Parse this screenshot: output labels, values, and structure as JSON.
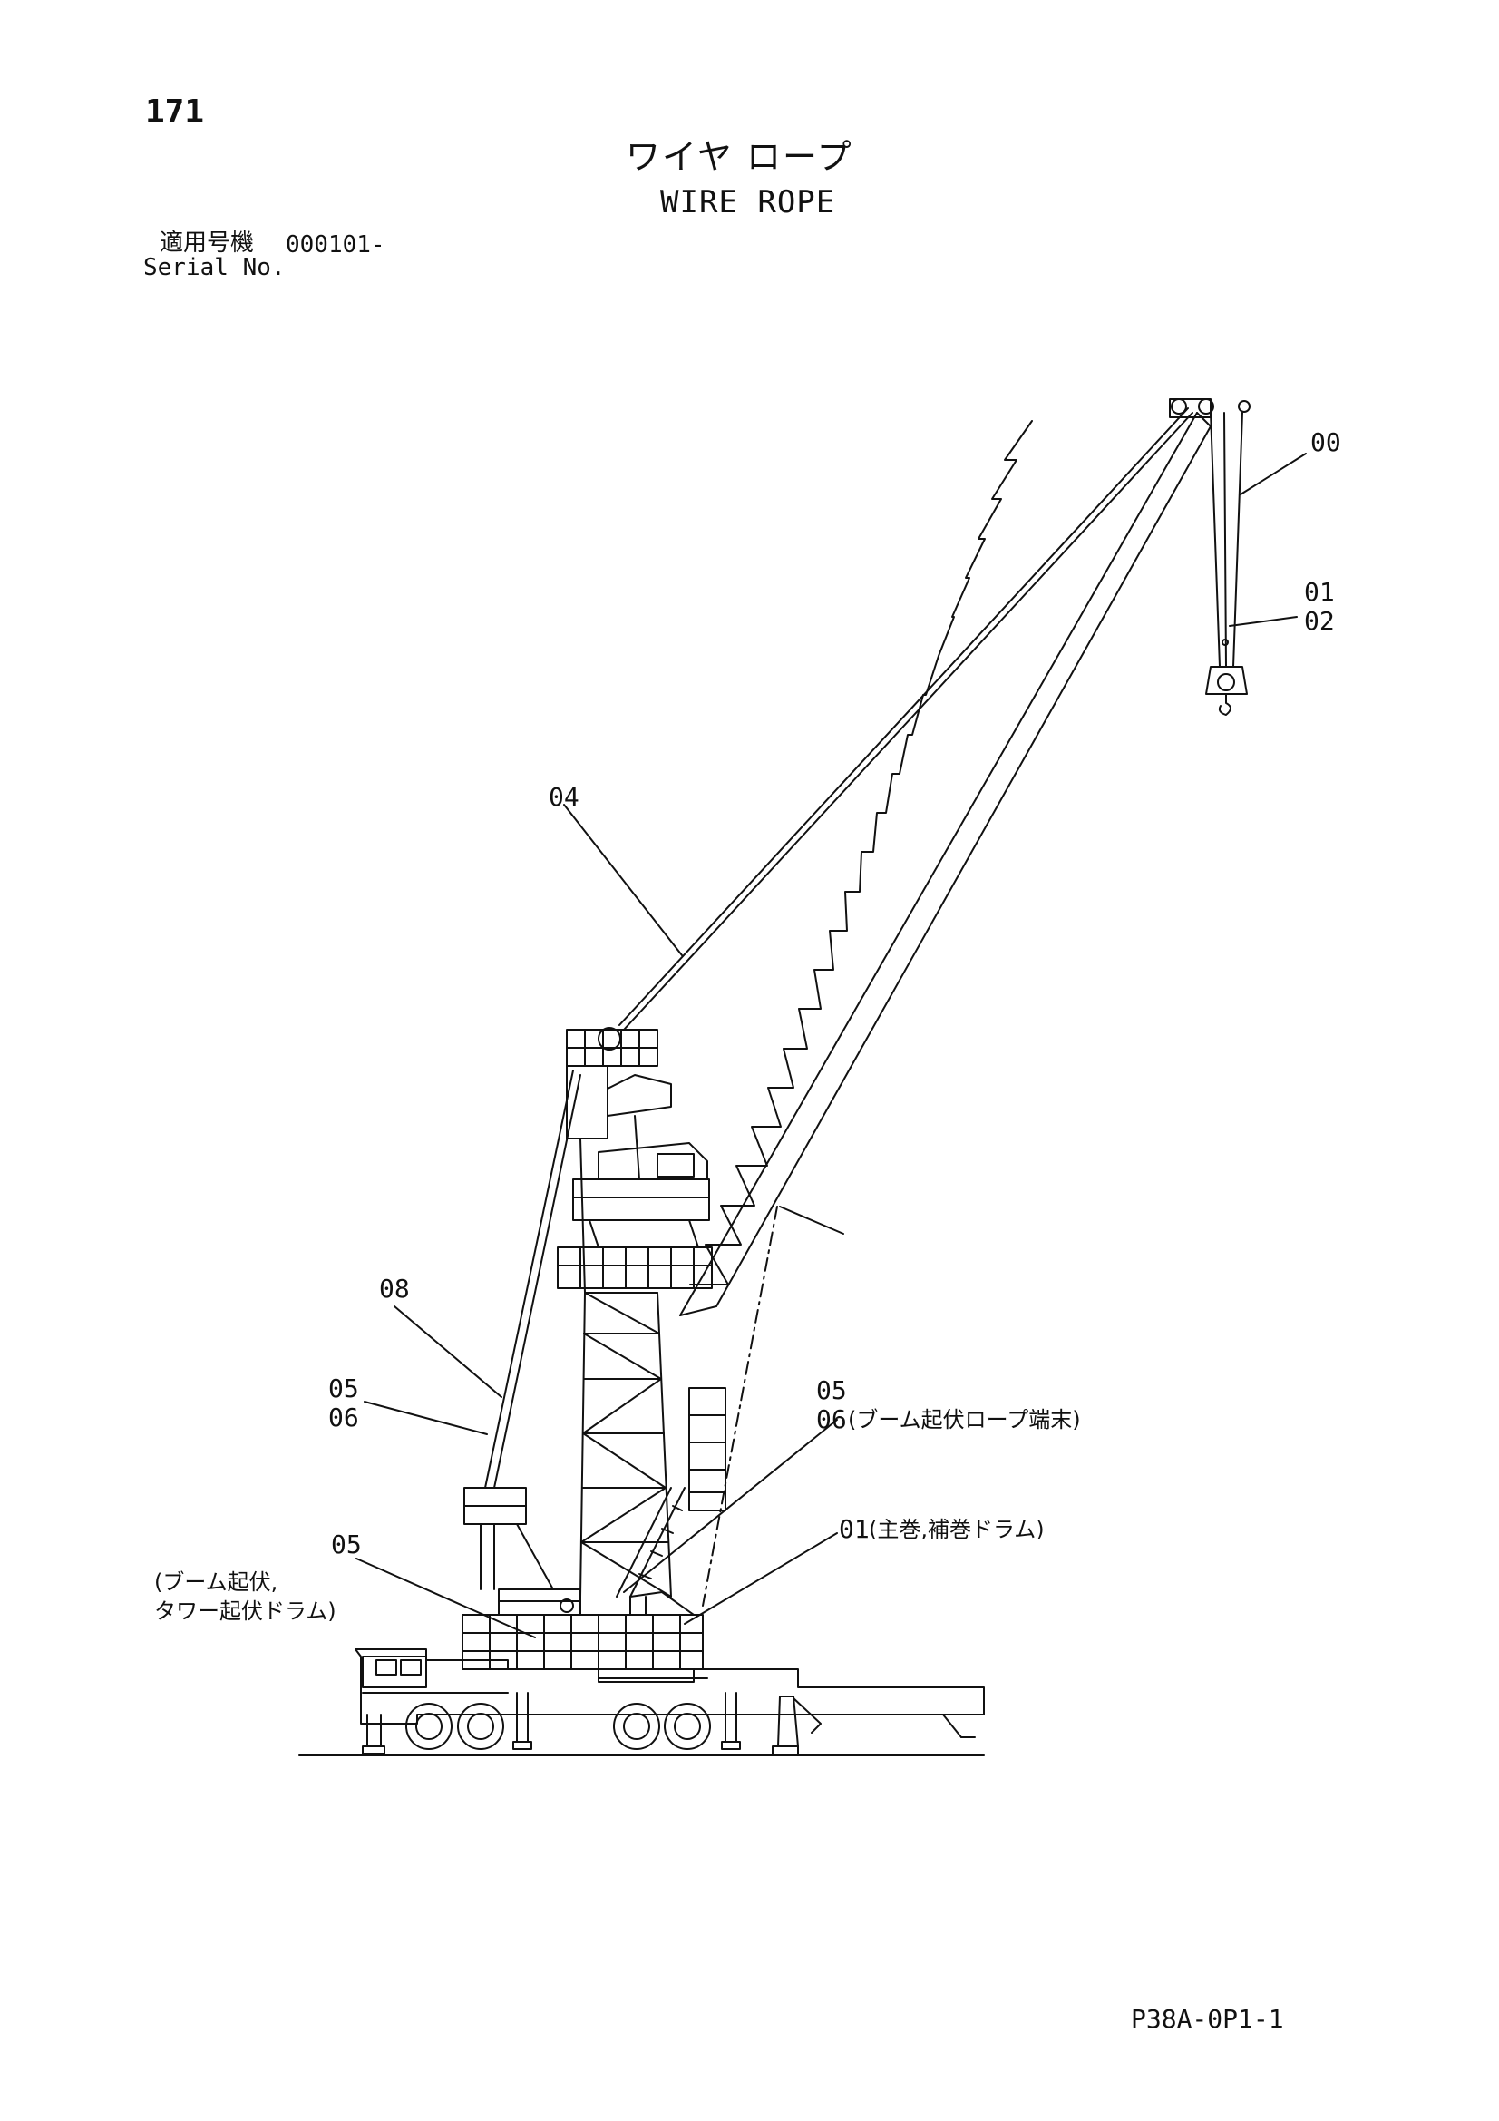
{
  "page": {
    "number": "171",
    "title_jp": "ワイヤ ロープ",
    "title_en": "WIRE ROPE",
    "serial_label_jp": "適用号機",
    "serial_value": "000101-",
    "serial_label_en": "Serial No.",
    "doc_code": "P38A-0P1-1"
  },
  "part_labels": [
    {
      "id": "00",
      "text": "00"
    },
    {
      "id": "01-top",
      "text": "01"
    },
    {
      "id": "02",
      "text": "02"
    },
    {
      "id": "04",
      "text": "04"
    },
    {
      "id": "08",
      "text": "08"
    },
    {
      "id": "05-left",
      "text": "05"
    },
    {
      "id": "06-left",
      "text": "06"
    },
    {
      "id": "05-right",
      "text": "05"
    },
    {
      "id": "06-right",
      "text": "06"
    },
    {
      "id": "01-bottom",
      "text": "01"
    },
    {
      "id": "05-bottom",
      "text": "05"
    }
  ],
  "part_notes": {
    "boom_rope_end": "(ブーム起伏ロープ端末)",
    "main_aux_drum": "(主巻,補巻ドラム)",
    "boom_tower_drum_line1": "(ブーム起伏,",
    "boom_tower_drum_line2": "タワー起伏ドラム)"
  }
}
